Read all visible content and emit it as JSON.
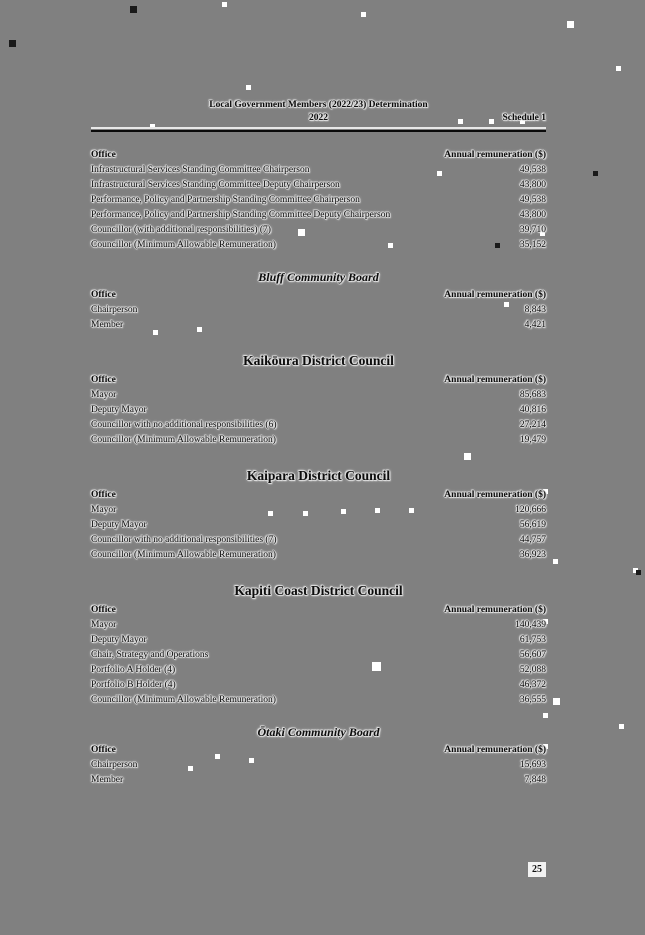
{
  "header": {
    "title_line1": "Local Government Members (2022/23) Determination",
    "title_line2": "2022",
    "schedule_label": "Schedule 1"
  },
  "columns": {
    "office": "Office",
    "remuneration": "Annual remuneration ($)"
  },
  "sections": [
    {
      "title": "",
      "rows": [
        {
          "office": "Infrastructural Services Standing Committee Chairperson",
          "amount": "49,538"
        },
        {
          "office": "Infrastructural Services Standing Committee Deputy Chairperson",
          "amount": "43,800"
        },
        {
          "office": "Performance, Policy and Partnership Standing Committee Chairperson",
          "amount": "49,538"
        },
        {
          "office": "Performance, Policy and Partnership Standing Committee Deputy Chairperson",
          "amount": "43,800"
        },
        {
          "office": "Councillor (with additional responsibilities) (7)",
          "amount": "39,710"
        },
        {
          "office": "Councillor (Minimum Allowable Remuneration)",
          "amount": "35,152"
        }
      ]
    },
    {
      "title": "Bluff Community Board",
      "rows": [
        {
          "office": "Chairperson",
          "amount": "8,843"
        },
        {
          "office": "Member",
          "amount": "4,421"
        }
      ]
    },
    {
      "title": "Kaikōura District Council",
      "rows": [
        {
          "office": "Mayor",
          "amount": "85,683"
        },
        {
          "office": "Deputy Mayor",
          "amount": "40,816"
        },
        {
          "office": "Councillor with no additional responsibilities (6)",
          "amount": "27,214"
        },
        {
          "office": "Councillor (Minimum Allowable Remuneration)",
          "amount": "19,479"
        }
      ]
    },
    {
      "title": "Kaipara District Council",
      "rows": [
        {
          "office": "Mayor",
          "amount": "120,666"
        },
        {
          "office": "Deputy Mayor",
          "amount": "56,619"
        },
        {
          "office": "Councillor with no additional responsibilities (7)",
          "amount": "44,757"
        },
        {
          "office": "Councillor (Minimum Allowable Remuneration)",
          "amount": "36,923"
        }
      ]
    },
    {
      "title": "Kapiti Coast District Council",
      "rows": [
        {
          "office": "Mayor",
          "amount": "140,439"
        },
        {
          "office": "Deputy Mayor",
          "amount": "61,753"
        },
        {
          "office": "Chair, Strategy and Operations",
          "amount": "56,607"
        },
        {
          "office": "Portfolio A Holder (4)",
          "amount": "52,088"
        },
        {
          "office": "Portfolio B Holder (4)",
          "amount": "46,372"
        },
        {
          "office": "Councillor (Minimum Allowable Remuneration)",
          "amount": "36,555"
        }
      ]
    },
    {
      "title": "Ōtaki Community Board",
      "rows": [
        {
          "office": "Chairperson",
          "amount": "15,693"
        },
        {
          "office": "Member",
          "amount": "7,848"
        }
      ]
    }
  ],
  "footer": {
    "page_number": "25"
  }
}
